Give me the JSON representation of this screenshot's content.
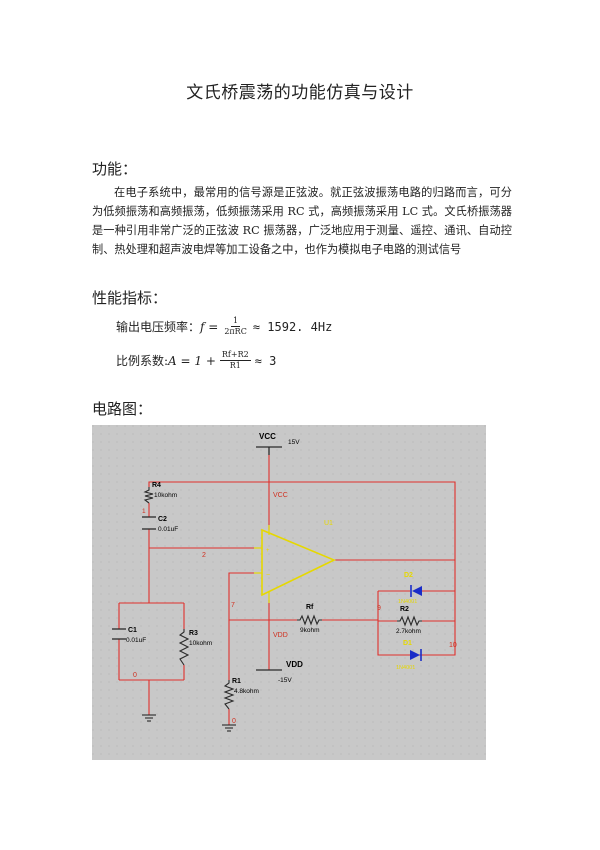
{
  "doc": {
    "title": "文氏桥震荡的功能仿真与设计",
    "sections": {
      "function": {
        "heading": "功能：",
        "paragraph": "在电子系统中，最常用的信号源是正弦波。就正弦波振荡电路的归路而言，可分为低频振荡和高频振荡，低频振荡采用 RC 式，高频振荡采用 LC 式。文氏桥振荡器是一种引用非常广泛的正弦波 RC 振荡器，广泛地应用于测量、遥控、通讯、自动控制、热处理和超声波电焊等加工设备之中，也作为模拟电子电路的测试信号"
      },
      "performance": {
        "heading": "性能指标：",
        "formula1": {
          "label": "输出电压频率：",
          "lhs": "f =",
          "num": "1",
          "den": "2πRC",
          "rhs": "≈ 1592. 4Hz"
        },
        "formula2": {
          "label": "比例系数:",
          "lhs": "A = 1 +",
          "num": "Rf+R2",
          "den": "R1",
          "rhs": "≈  3"
        }
      },
      "circuit": {
        "heading": "电路图：",
        "labels": {
          "vcc": "VCC",
          "vcc_val": "15V",
          "vcc_net": "VCC",
          "r4": "R4",
          "r4_val": "10kohm",
          "c2": "C2",
          "c2_val": "0.01uF",
          "node1": "1",
          "node2": "2",
          "u1": "U1",
          "c1": "C1",
          "c1_val": "0.01uF",
          "r3": "R3",
          "r3_val": "10kohm",
          "node0a": "0",
          "node7": "7",
          "rf": "Rf",
          "rf_val": "9kohm",
          "vdd_net": "VDD",
          "vdd": "VDD",
          "vdd_val": "-15V",
          "r1": "R1",
          "r1_val": "4.8kohm",
          "node0b": "0",
          "r2": "R2",
          "r2_val": "2.7kohm",
          "d2": "D2",
          "d2_part": "1N4001",
          "d1": "D1",
          "d1_part": "1N4001",
          "node9": "9",
          "node10": "10"
        },
        "colors": {
          "background": "#c8c8c8",
          "wire_red": "#e0302c",
          "component": "#2a2a2a",
          "opamp": "#e6d800",
          "diode": "#1a2cc8",
          "label_red": "#d03020"
        }
      }
    }
  }
}
